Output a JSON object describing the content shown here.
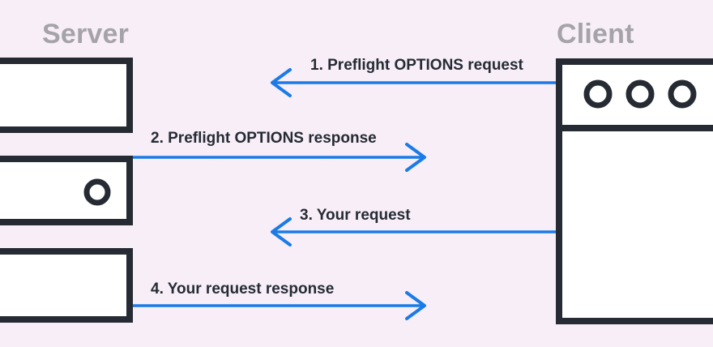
{
  "colors": {
    "background": "#f7eef8",
    "box_fill": "#ffffff",
    "box_stroke": "#262b33",
    "title_text": "#a5a3a9",
    "arrow": "#1a7be8",
    "label_text": "#262b33"
  },
  "diagram": {
    "server_title": "Server",
    "client_title": "Client",
    "arrows": [
      {
        "label": "1. Preflight OPTIONS request",
        "direction": "client-to-server"
      },
      {
        "label": "2. Preflight OPTIONS response",
        "direction": "server-to-client"
      },
      {
        "label": "3. Your request",
        "direction": "client-to-server"
      },
      {
        "label": "4. Your request response",
        "direction": "server-to-client"
      }
    ]
  }
}
